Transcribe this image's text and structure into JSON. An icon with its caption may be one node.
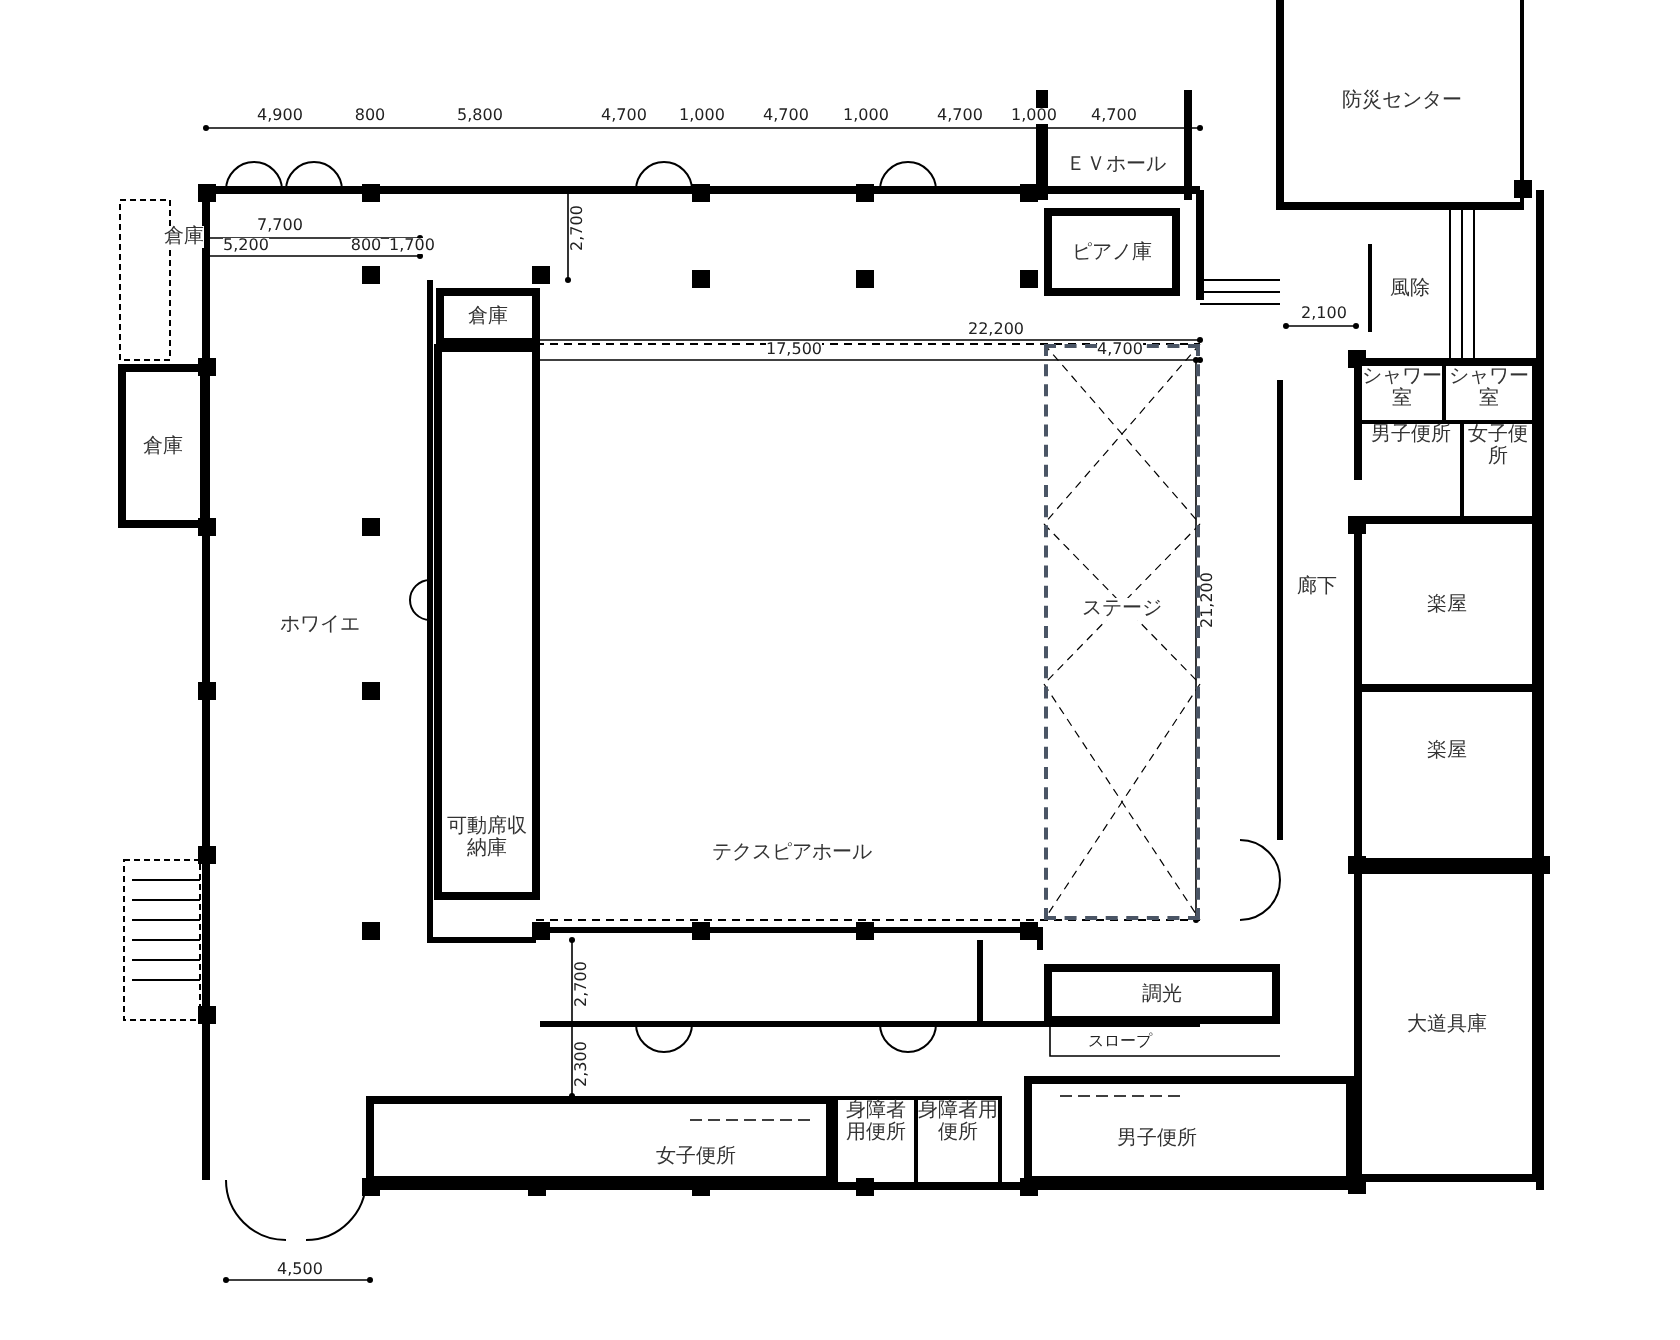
{
  "diagram": {
    "nodes": [
      {
        "text": [
          "防災センター"
        ]
      },
      {
        "text": [
          "ＥＶホール"
        ]
      },
      {
        "text": [
          "倉庫"
        ]
      },
      {
        "text": [
          "風除"
        ]
      },
      {
        "text": [
          "ピアノ庫"
        ]
      },
      {
        "text": [
          "倉庫"
        ]
      },
      {
        "text": [
          "シャワー室"
        ]
      },
      {
        "text": [
          "シャワー室"
        ]
      },
      {
        "text": [
          "男子便所"
        ]
      },
      {
        "text": [
          "女子便所"
        ]
      },
      {
        "text": [
          "倉庫"
        ]
      },
      {
        "text": [
          "楽屋"
        ]
      },
      {
        "text": [
          "ホワイエ"
        ]
      },
      {
        "text": [
          "廊下"
        ]
      },
      {
        "text": [
          "ステージ"
        ]
      },
      {
        "text": [
          "楽屋"
        ]
      },
      {
        "text": [
          "可動席収納庫"
        ]
      },
      {
        "text": [
          "テクスピアホール"
        ]
      },
      {
        "text": [
          "大道具庫"
        ]
      },
      {
        "text": [
          "調光"
        ]
      },
      {
        "text": [
          "女子便所"
        ]
      },
      {
        "text": [
          "身障者用便所"
        ]
      },
      {
        "text": [
          "身障者用便所"
        ]
      },
      {
        "text": [
          "男子便所"
        ]
      }
    ],
    "labels": [
      "4,900",
      "800",
      "5,800",
      "4,700",
      "1,000",
      "4,700",
      "1,000",
      "4,700",
      "1,000",
      "4,700",
      "7,700",
      "5,200",
      "800",
      "1,700",
      "2,700",
      "2,100",
      "22,200",
      "17,500",
      "4,700",
      "21,200",
      "2,700",
      "スロープ",
      "2,300",
      "4,500"
    ]
  }
}
